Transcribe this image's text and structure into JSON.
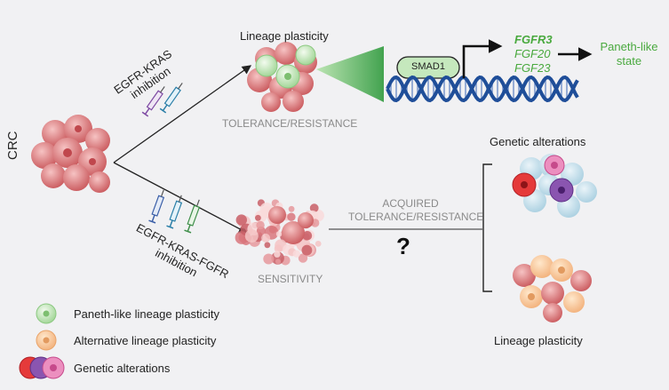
{
  "crc": "CRC",
  "branch_top": {
    "treatment_line1": "EGFR-KRAS",
    "treatment_line2": "inhibition",
    "outcome_title": "Lineage plasticity",
    "outcome_label": "TOLERANCE/RESISTANCE"
  },
  "branch_bottom": {
    "treatment_line1": "EGFR-KRAS-FGFR",
    "treatment_line2": "inhibition",
    "outcome_label": "SENSITIVITY",
    "acquired_line1": "ACQUIRED",
    "acquired_line2": "TOLERANCE/RESISTANCE",
    "question": "?"
  },
  "mechanism": {
    "factor": "SMAD1",
    "genes": [
      "FGFR3",
      "FGF20",
      "FGF23"
    ],
    "result_line1": "Paneth-like",
    "result_line2": "state"
  },
  "resistance_options": {
    "genetic_title": "Genetic alterations",
    "lineage_title": "Lineage plasticity"
  },
  "legend": [
    {
      "label": "Paneth-like lineage plasticity",
      "icon": "green-cell-icon"
    },
    {
      "label": "Alternative lineage plasticity",
      "icon": "orange-cell-icon"
    },
    {
      "label": "Genetic alterations",
      "icon": "mutant-cells-icon"
    }
  ],
  "colors": {
    "paneth_green": "#49a93e",
    "crc_cell": "#e58c8c",
    "dna_blue": "#1f4e99",
    "text_grey": "#8a8a8a"
  }
}
